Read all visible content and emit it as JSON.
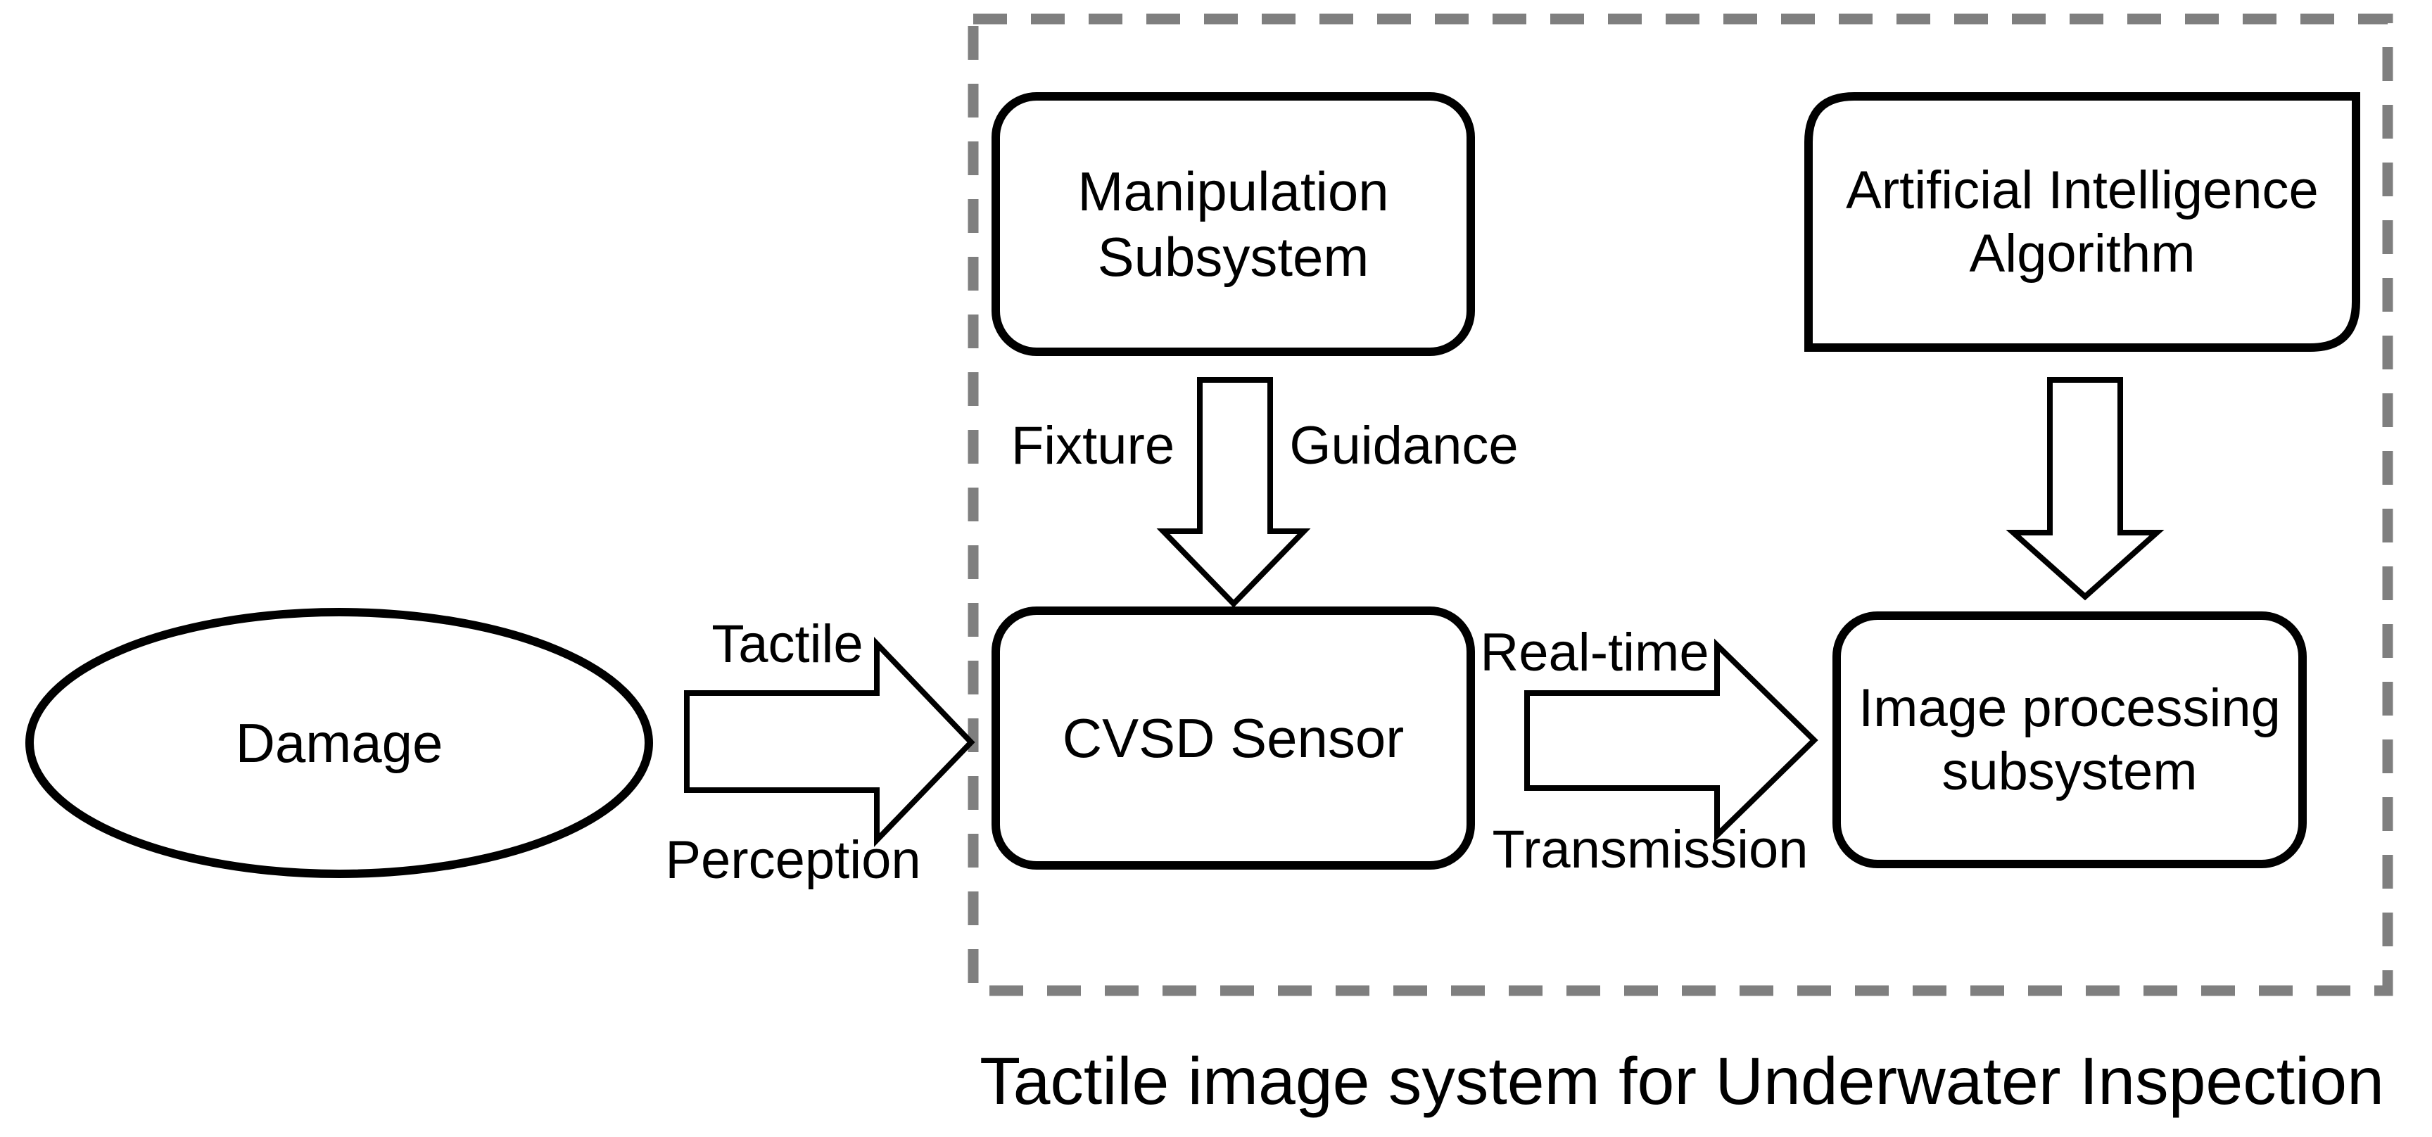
{
  "diagram": {
    "caption": "Tactile image system for Underwater Inspection",
    "colors": {
      "background": "#ffffff",
      "shape_stroke": "#000000",
      "shape_fill": "#ffffff",
      "dashed_boundary": "#7f7f7f",
      "text": "#000000"
    },
    "nodes": {
      "damage": {
        "shape": "ellipse",
        "label": "Damage"
      },
      "manipulation": {
        "shape": "rounded-rectangle",
        "label": "Manipulation\nSubsystem"
      },
      "ai": {
        "shape": "diagonal-rounded-rectangle",
        "label": "Artificial Intelligence\nAlgorithm"
      },
      "cvsd": {
        "shape": "rounded-rectangle",
        "label": "CVSD Sensor"
      },
      "image_processing": {
        "shape": "rounded-rectangle",
        "label": "Image processing\nsubsystem"
      }
    },
    "arrows": {
      "tactile": {
        "direction": "right",
        "from": "damage",
        "to": "cvsd",
        "label_top": "Tactile",
        "label_bottom": "Perception"
      },
      "guidance": {
        "direction": "down",
        "from": "manipulation",
        "to": "cvsd",
        "label_left": "Fixture",
        "label_right": "Guidance"
      },
      "ai_feed": {
        "direction": "down",
        "from": "ai",
        "to": "image_processing"
      },
      "realtime": {
        "direction": "right",
        "from": "cvsd",
        "to": "image_processing",
        "label_top": "Real-time",
        "label_bottom": "Transmission"
      }
    }
  }
}
